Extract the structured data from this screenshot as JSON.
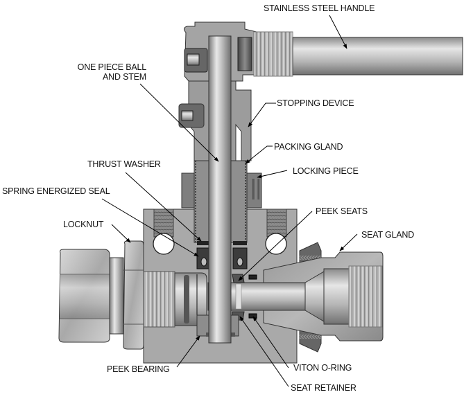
{
  "diagram": {
    "subject": "Ball valve cutaway cross-section",
    "labels": {
      "handle": "STAINLESS STEEL HANDLE",
      "ball_stem_line1": "ONE PIECE BALL",
      "ball_stem_line2": "AND STEM",
      "stopping_device": "STOPPING DEVICE",
      "packing_gland": "PACKING GLAND",
      "thrust_washer": "THRUST WASHER",
      "locking_piece": "LOCKING PIECE",
      "spring_seal": "SPRING ENERGIZED SEAL",
      "peek_seats": "PEEK SEATS",
      "locknut": "LOCKNUT",
      "seat_gland": "SEAT GLAND",
      "peek_bearing": "PEEK BEARING",
      "viton_oring": "VITON O-RING",
      "seat_retainer": "SEAT RETAINER"
    }
  }
}
